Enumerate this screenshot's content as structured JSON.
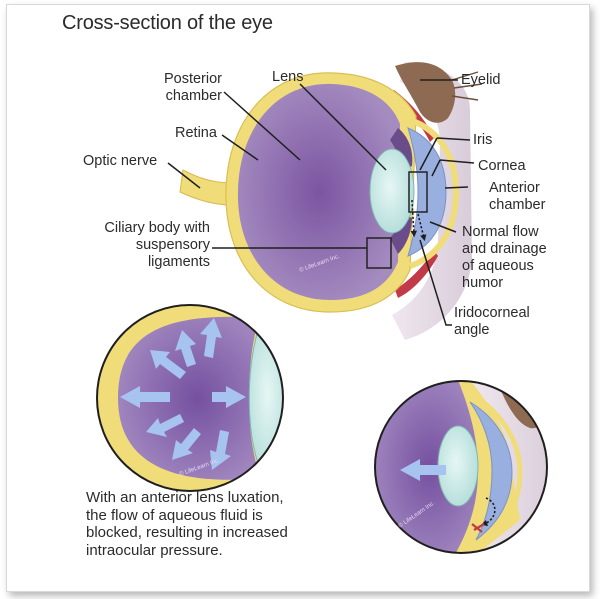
{
  "title": "Cross-section of the eye",
  "labels": {
    "posterior_chamber": [
      "Posterior",
      "chamber"
    ],
    "lens": "Lens",
    "eyelid": "Eyelid",
    "retina": "Retina",
    "iris": "Iris",
    "optic_nerve": "Optic nerve",
    "cornea": "Cornea",
    "anterior_chamber": [
      "Anterior",
      "chamber"
    ],
    "ciliary_body": [
      "Ciliary body with",
      "suspensory",
      "ligaments"
    ],
    "normal_flow": [
      "Normal flow",
      "and drainage",
      "of aqueous",
      "humor"
    ],
    "iridocorneal_angle": [
      "Iridocorneal",
      "angle"
    ]
  },
  "caption": [
    "With an anterior lens luxation,",
    "the flow of aqueous fluid is",
    "blocked, resulting in increased",
    "intraocular pressure."
  ],
  "watermark": "© LifeLearn Inc.",
  "colors": {
    "vitreous": "#8b6aa8",
    "sclera": "#f1dc7a",
    "lens": "#c9ebe8",
    "cornea_chamber": "#98afe0",
    "arrow": "#a7c3f0",
    "eyelid": "#8f6a52",
    "eyelid_red": "#c23a47"
  }
}
